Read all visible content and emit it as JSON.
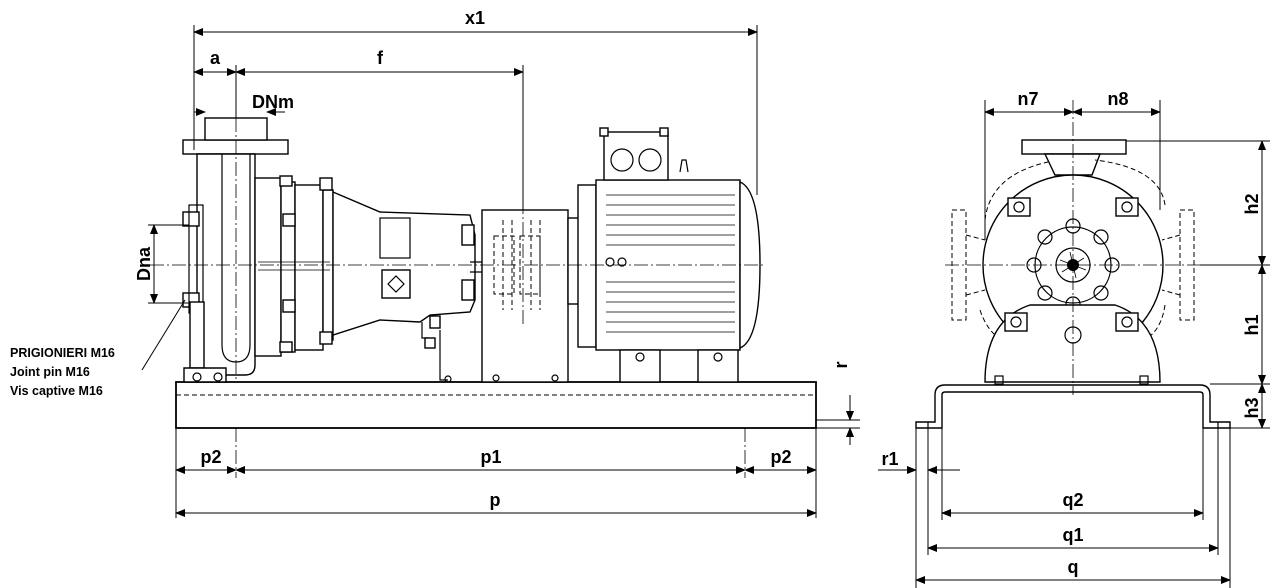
{
  "labels": {
    "x1": "x1",
    "a": "a",
    "f": "f",
    "dnm": "DNm",
    "dna": "Dna",
    "p": "p",
    "p1": "p1",
    "p2_left": "p2",
    "p2_right": "p2",
    "r": "r",
    "n7": "n7",
    "n8": "n8",
    "h1": "h1",
    "h2": "h2",
    "h3": "h3",
    "r1": "r1",
    "q": "q",
    "q1": "q1",
    "q2": "q2"
  },
  "note": {
    "line1": "PRIGIONIERI M16",
    "line2": "Joint pin M16",
    "line3": "Vis captive M16"
  }
}
